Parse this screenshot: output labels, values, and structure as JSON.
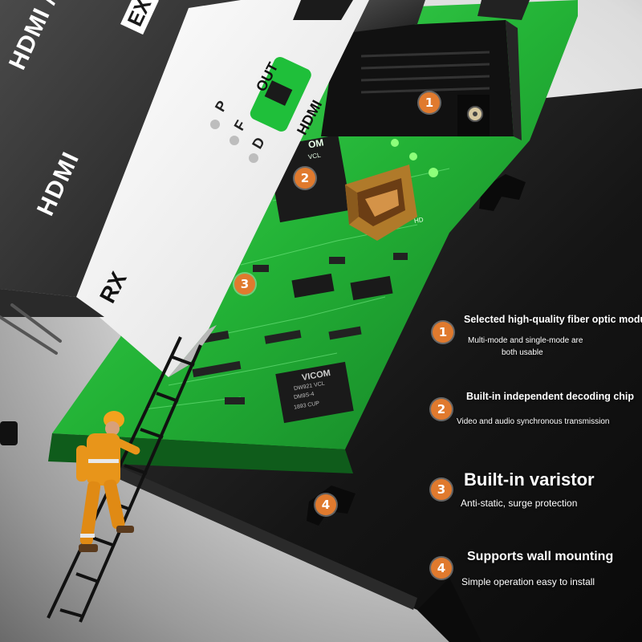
{
  "device": {
    "panel_line1": "HDMI / HDMI +",
    "panel_line2": "HDMI",
    "panel_tag": "EX",
    "rx_label": "RX",
    "leds": [
      "P",
      "F",
      "D"
    ],
    "port_out": "OUT",
    "port_hdmi": "HDMI",
    "chip_brand": "VICOM",
    "chip_model": "DW921 VCL",
    "chip_sub": "DM9S-4",
    "chip_date": "1893 CUP",
    "small_mark": "OM",
    "small_vcl": "VCL",
    "hd_mark": "HD"
  },
  "callouts": [
    "1",
    "2",
    "3",
    "4"
  ],
  "features": [
    {
      "num": "1",
      "title": "Selected high-quality fiber optic modules",
      "subtitle": [
        "Multi-mode and single-mode are",
        "both usable"
      ]
    },
    {
      "num": "2",
      "title": "Built-in independent decoding chip",
      "subtitle": [
        "Video and audio synchronous transmission"
      ]
    },
    {
      "num": "3",
      "title": "Built-in varistor",
      "subtitle": [
        "Anti-static, surge protection"
      ]
    },
    {
      "num": "4",
      "title": "Supports wall mounting",
      "subtitle": [
        "Simple operation easy to install"
      ]
    }
  ],
  "colors": {
    "accent": "#e07a2e",
    "pcb": "#2fbf3f",
    "housing": "#1c1c1c"
  }
}
